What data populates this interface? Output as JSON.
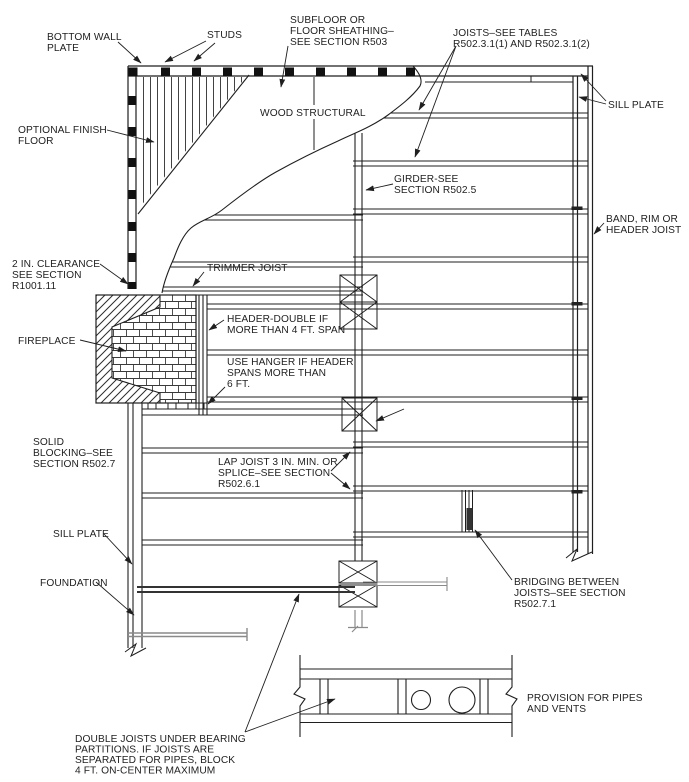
{
  "colors": {
    "line": "#1f1f1f",
    "gray": "#8a8a8a",
    "background": "#ffffff"
  },
  "labels": {
    "bottom_wall_plate": {
      "lines": [
        "BOTTOM WALL",
        "PLATE"
      ]
    },
    "studs": {
      "lines": [
        "STUDS"
      ]
    },
    "subfloor": {
      "lines": [
        "SUBFLOOR OR",
        "FLOOR SHEATHING–",
        "SEE SECTION R503"
      ]
    },
    "joists_tables": {
      "lines": [
        "JOISTS–SEE TABLES",
        "R502.3.1(1) AND R502.3.1(2)"
      ]
    },
    "sill_plate_right": {
      "lines": [
        "SILL PLATE"
      ]
    },
    "wood_structural": {
      "lines": [
        "WOOD STRUCTURAL"
      ]
    },
    "optional_finish_floor": {
      "lines": [
        "OPTIONAL FINISH",
        "FLOOR"
      ]
    },
    "girder": {
      "lines": [
        "GIRDER-SEE",
        "SECTION R502.5"
      ]
    },
    "band_rim_header": {
      "lines": [
        "BAND, RIM OR",
        "HEADER JOIST"
      ]
    },
    "two_in_clearance": {
      "lines": [
        "2 IN. CLEARANCE",
        "SEE SECTION",
        "R1001.11"
      ]
    },
    "trimmer_joist": {
      "lines": [
        "TRIMMER JOIST"
      ]
    },
    "fireplace": {
      "lines": [
        "FIREPLACE"
      ]
    },
    "header_double": {
      "lines": [
        "HEADER-DOUBLE IF",
        "MORE THAN 4 FT. SPAN"
      ]
    },
    "use_hanger": {
      "lines": [
        "USE HANGER IF HEADER",
        "SPANS MORE THAN",
        "6 FT."
      ]
    },
    "solid_blocking": {
      "lines": [
        "SOLID",
        "BLOCKING–SEE",
        "SECTION R502.7"
      ]
    },
    "lap_joist": {
      "lines": [
        "LAP JOIST 3 IN. MIN. OR",
        "SPLICE–SEE SECTION",
        "R502.6.1"
      ]
    },
    "sill_plate_left": {
      "lines": [
        "SILL PLATE"
      ]
    },
    "foundation": {
      "lines": [
        "FOUNDATION"
      ]
    },
    "bridging": {
      "lines": [
        "BRIDGING BETWEEN",
        "JOISTS–SEE SECTION",
        "R502.7.1"
      ]
    },
    "double_joists": {
      "lines": [
        "DOUBLE JOISTS UNDER BEARING",
        "PARTITIONS. IF JOISTS ARE",
        "SEPARATED FOR PIPES, BLOCK",
        "4 FT. ON-CENTER MAXIMUM"
      ]
    },
    "provision_pipes": {
      "lines": [
        "PROVISION FOR PIPES",
        "AND VENTS"
      ]
    }
  }
}
